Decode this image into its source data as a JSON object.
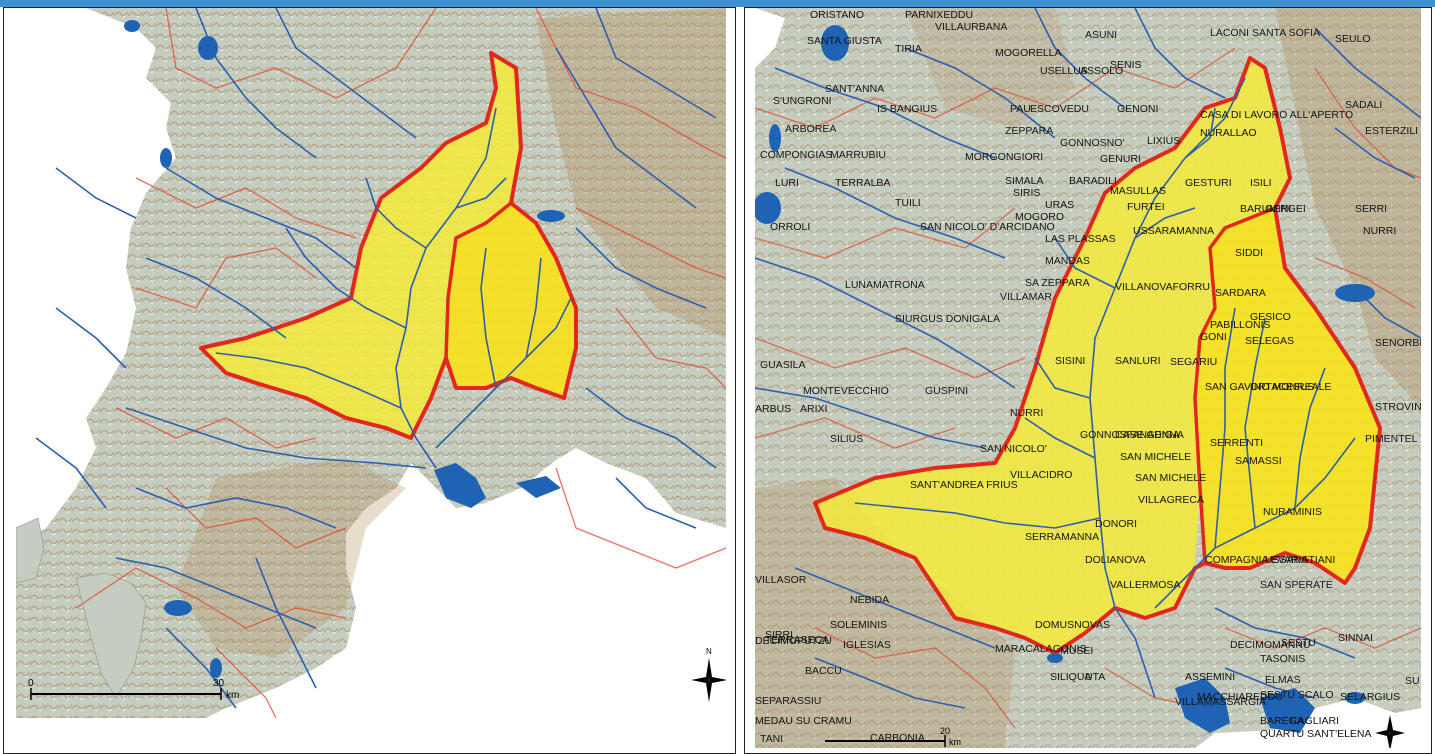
{
  "colors": {
    "header_bar": "#3f8fd3",
    "land": "#c6cfc3",
    "relief": "#b48c5a",
    "sea": "#ffffff",
    "basin_fill": "#f5ea3a",
    "basin_border": "#e0281c",
    "rivers": "#2d5fae",
    "lakes": "#1f63b5",
    "roads": "#e06a5a"
  },
  "left_map": {
    "scale_bar": {
      "start": "0",
      "end": "30",
      "unit": "km"
    },
    "north_label": "N"
  },
  "right_map": {
    "scale_bar": {
      "end": "20",
      "unit": "km"
    },
    "towns": [
      "ORISTANO",
      "PARNIXEDDU",
      "VILLAURBANA",
      "ASUNI",
      "LACONI SANTA SOFIA",
      "SEULO",
      "SANTA GIUSTA",
      "TIRIA",
      "MOGORELLA",
      "USELLUS",
      "ASSOLO",
      "SENIS",
      "SANT'ANNA",
      "S'UNGRONI",
      "IS BANGIUS",
      "PAU",
      "ESCOVEDU",
      "GENONI",
      "CASA DI LAVORO ALL'APERTO",
      "NURALLAO",
      "SADALI",
      "ARBOREA",
      "ZEPPARA",
      "GONNOSNO'",
      "ESTERZILI",
      "COMPONGIAS",
      "MARRUBIU",
      "MORGONGIORI",
      "GENURI",
      "LIXIUS",
      "LURI",
      "TERRALBA",
      "SIMALA",
      "BARADILI",
      "GESTURI",
      "ISILI",
      "SIRIS",
      "MASULLAS",
      "TUILI",
      "URAS",
      "FURTEI",
      "BARUMINI",
      "GERGEI",
      "SERRI",
      "NURRI",
      "ORROLI",
      "SAN NICOLO' D'ARCIDANO",
      "MOGORO",
      "USSARAMANNA",
      "LAS PLASSAS",
      "SIDDI",
      "MANDAS",
      "LUNAMATRONA",
      "SA ZEPPARA",
      "VILLANOVAFORRU",
      "VILLAMAR",
      "SARDARA",
      "GESICO",
      "SIURGUS DONIGALA",
      "PABILLONIS",
      "SENORBI'",
      "GONI",
      "SELEGAS",
      "SISINI",
      "SANLURI",
      "SEGARIU",
      "GUASILA",
      "MONTEVECCHIO",
      "GUSPINI",
      "SAN GAVINO MONREALE",
      "ORTACESUS",
      "ARIXI",
      "ARBUS",
      "NURRI",
      "STROVINA",
      "SILIUS",
      "GONNOSFANADIGA",
      "CASE GENNA",
      "SERRENTI",
      "PIMENTEL",
      "SAN NICOLO'",
      "SAN MICHELE",
      "SAMASSI",
      "SANT'ANDREA FRIUS",
      "VILLACIDRO",
      "SAN MICHELE",
      "VILLAGRECA",
      "NURAMINIS",
      "DONORI",
      "SERRAMANNA",
      "COMPAGNIA EVARISTIANI",
      "USSANA",
      "DOLIANOVA",
      "VILLASOR",
      "NEBIDA",
      "VALLERMOSA",
      "SAN SPERATE",
      "SOLEMINIS",
      "DOMUSNOVAS",
      "DECIMOPUTZU",
      "IGLESIAS",
      "MUSEI",
      "DECIMOMANNU",
      "SESTU",
      "SINNAI",
      "TASONIS",
      "MARACALAGONIS",
      "SILIQUA",
      "UTA",
      "ASSEMINI",
      "ELMAS",
      "SU PEZZU MANNU",
      "BACCU",
      "VILLAMASSARGIA",
      "MACCHIAREDDU",
      "SESTU SCALO",
      "SELARGIUS",
      "SEPARASSIU",
      "BAREGA",
      "CAGLIARI",
      "QUARTU SANT'ELENA",
      "MEDAU SU CRAMU",
      "TANI",
      "CARBONIA",
      "SIRRI",
      "TERRASECA"
    ]
  }
}
